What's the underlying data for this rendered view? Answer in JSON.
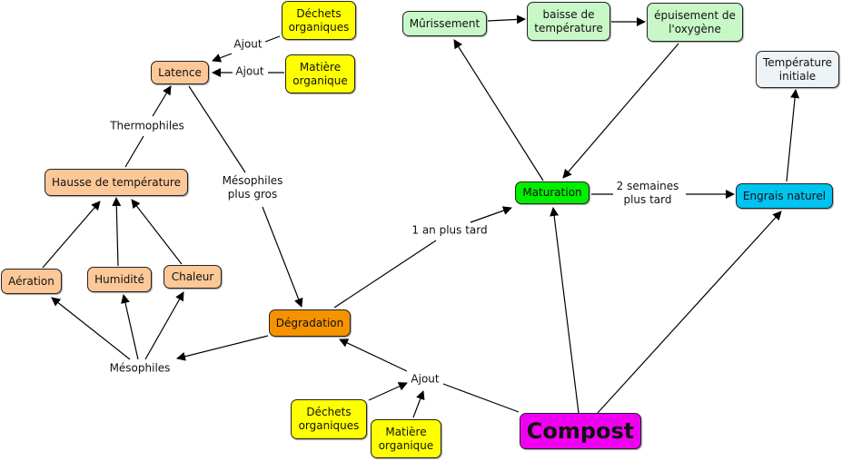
{
  "title": "Compost concept map",
  "nodes": {
    "dechets_top": "Déchets\norganiques",
    "matiere_top": "Matière\norganique",
    "latence": "Latence",
    "hausse": "Hausse de température",
    "aeration": "Aération",
    "humidite": "Humidité",
    "chaleur": "Chaleur",
    "degradation": "Dégradation",
    "dechets_bottom": "Déchets\norganiques",
    "matiere_bottom": "Matière\norganique",
    "compost": "Compost",
    "murissement": "Mûrissement",
    "baisse": "baisse de\ntempérature",
    "epuisement": "épuisement de\nl'oxygène",
    "maturation": "Maturation",
    "engrais": "Engrais naturel",
    "temperature_initiale": "Température\ninitiale"
  },
  "link_labels": {
    "ajout_top1": "Ajout",
    "ajout_top2": "Ajout",
    "thermophiles": "Thermophiles",
    "mesophiles_gros": "Mésophiles\nplus gros",
    "mesophiles": "Mésophiles",
    "ajout_bottom": "Ajout",
    "un_an": "1 an plus tard",
    "deux_semaines": "2 semaines\nplus tard"
  },
  "colors": {
    "peach": "#fdc898",
    "yellow": "#ffff00",
    "light_green": "#c8f7c8",
    "green": "#00ee00",
    "orange": "#f59200",
    "blue": "#00c3ef",
    "grey": "#edf3f6",
    "magenta": "#f000f0"
  }
}
